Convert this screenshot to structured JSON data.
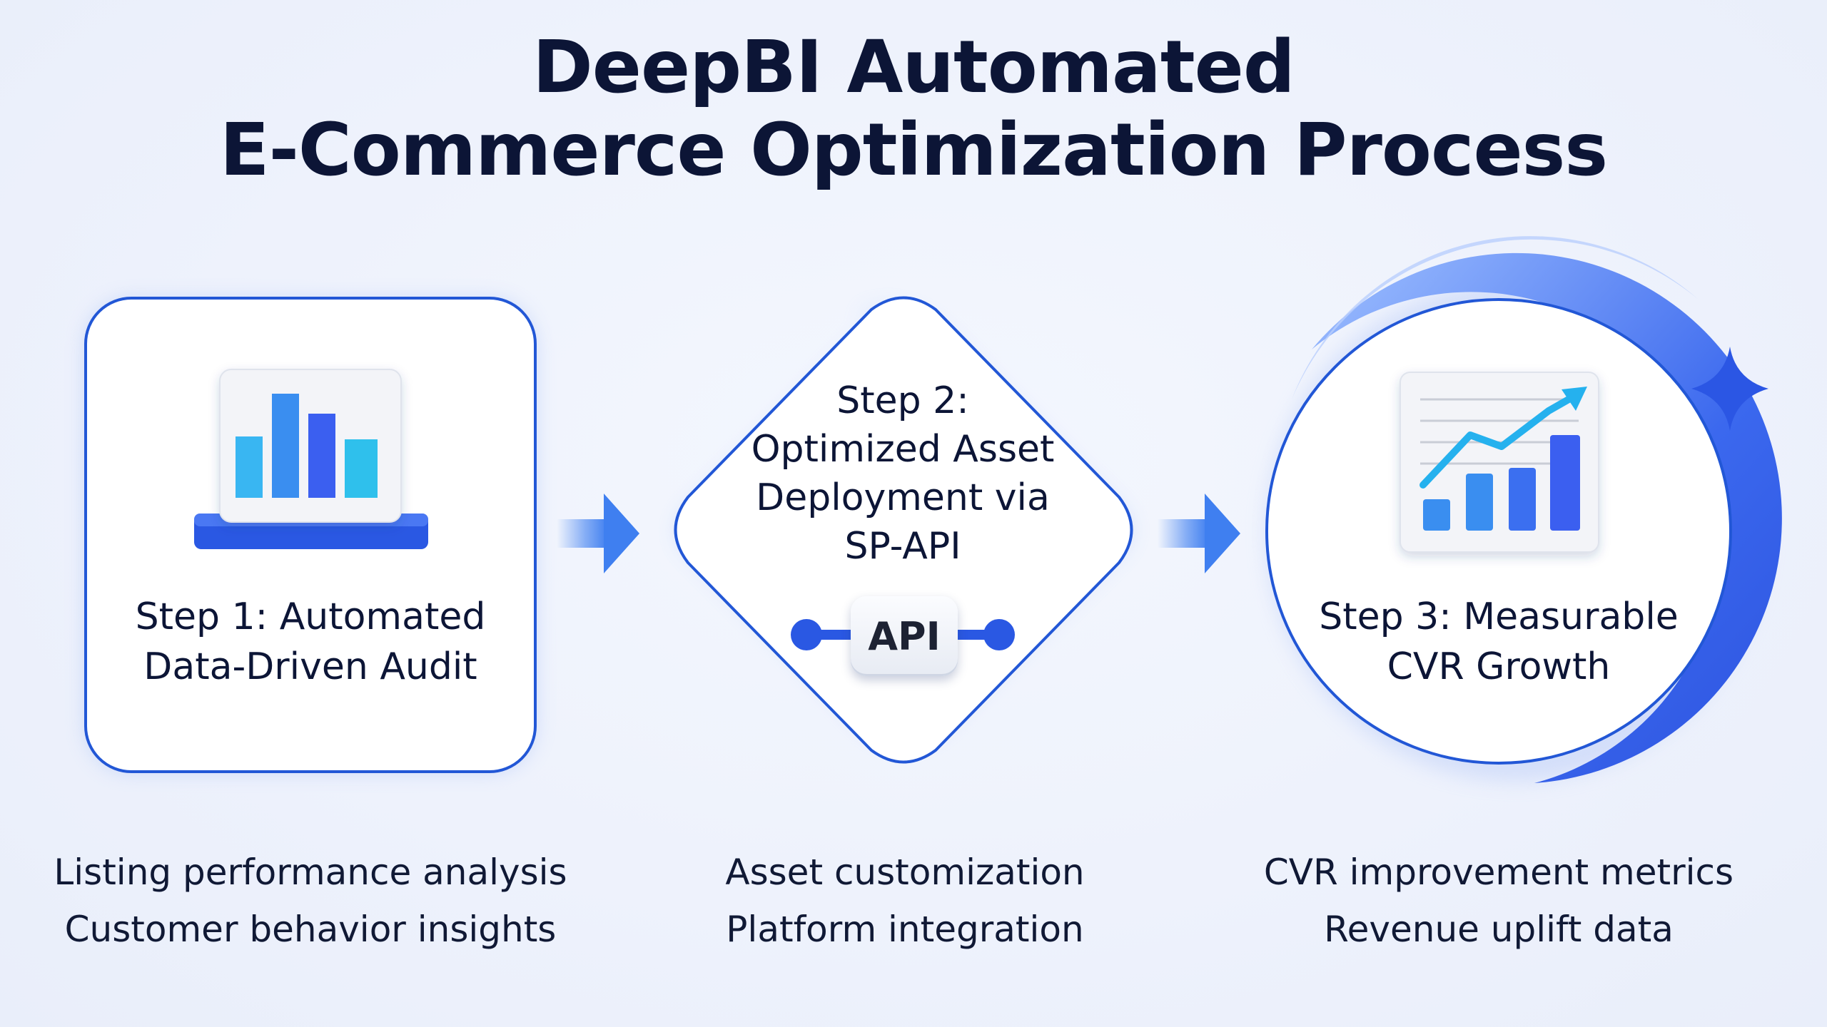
{
  "title": {
    "line1": "DeepBI Automated",
    "line2": "E-Commerce Optimization Process"
  },
  "steps": [
    {
      "label_lines": [
        "Step 1: Automated",
        "Data-Driven Audit"
      ],
      "icon": "bar-chart-icon",
      "bullets": [
        "Listing performance analysis",
        "Customer behavior insights"
      ]
    },
    {
      "label_lines": [
        "Step 2:",
        "Optimized Asset",
        "Deployment via",
        "SP-API"
      ],
      "icon": "api-connector-icon",
      "badge": "API",
      "bullets": [
        "Asset customization",
        "Platform integration"
      ]
    },
    {
      "label_lines": [
        "Step 3: Measurable",
        "CVR Growth"
      ],
      "icon": "growth-chart-icon",
      "bullets": [
        "CVR improvement metrics",
        "Revenue uplift data"
      ]
    }
  ],
  "colors": {
    "outline": "#2257d6",
    "bar_light": "#39b6f2",
    "bar_mid": "#3a8ef0",
    "bar_dark": "#3b5ff0",
    "arrow": "#3f7ff0",
    "title": "#0c1536"
  }
}
